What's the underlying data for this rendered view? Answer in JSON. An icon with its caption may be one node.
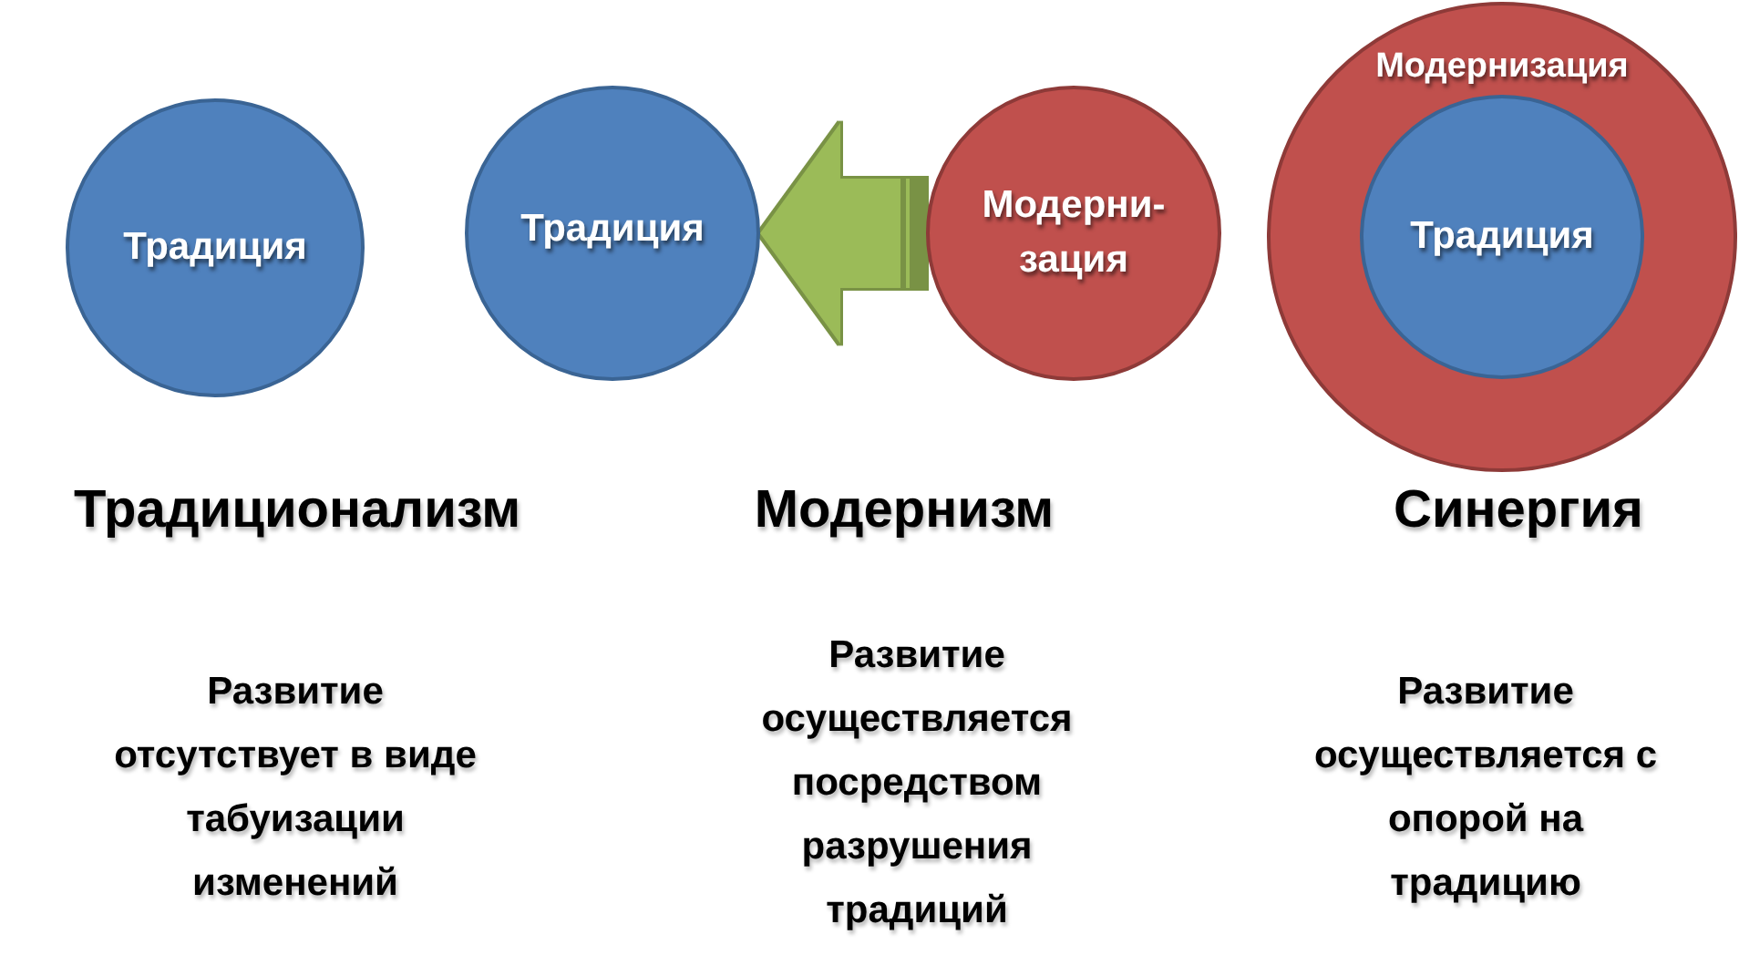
{
  "diagram": {
    "nodes": [
      {
        "text": [
          "Традиция"
        ]
      },
      {
        "text": [
          "Традиция"
        ]
      },
      {
        "text": [
          "Модерни- зация"
        ]
      },
      {
        "text": [
          "Модернизация"
        ]
      },
      {
        "text": [
          "Традиция"
        ],
        "in": 3
      }
    ],
    "edges": [
      {
        "from": 2,
        "to": 1,
        "arrow": "to",
        "style": "thick",
        "color": "#9bbb59"
      }
    ],
    "labels": [
      "Традиционализм",
      "Модернизм",
      "Синергия",
      "Развитие отсутствует в виде табуизации изменений",
      "Развитие осуществляется посредством разрушения традиций",
      "Развитие осуществляется с опорой на традицию"
    ]
  }
}
